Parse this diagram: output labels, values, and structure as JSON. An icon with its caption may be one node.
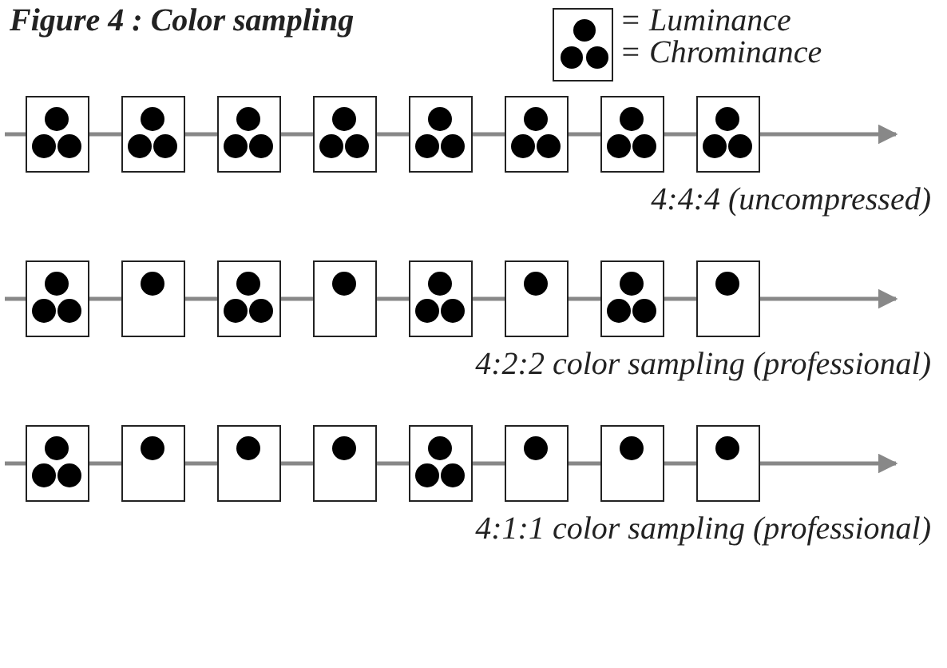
{
  "diagram": {
    "title": "Figure 4 : Color sampling",
    "nodes": [
      {
        "text": [],
        "shape": "box"
      },
      {
        "text": [],
        "shape": "circle",
        "in": 0
      },
      {
        "text": [],
        "shape": "circle",
        "in": 0
      },
      {
        "text": [],
        "shape": "circle",
        "in": 0
      },
      {
        "text": [],
        "shape": "box"
      },
      {
        "text": [],
        "shape": "circle",
        "in": 4
      },
      {
        "text": [],
        "shape": "circle",
        "in": 4
      },
      {
        "text": [],
        "shape": "circle",
        "in": 4
      },
      {
        "text": [],
        "shape": "box"
      },
      {
        "text": [],
        "shape": "circle",
        "in": 8
      },
      {
        "text": [],
        "shape": "circle",
        "in": 8
      },
      {
        "text": [],
        "shape": "circle",
        "in": 8
      },
      {
        "text": [],
        "shape": "box"
      },
      {
        "text": [],
        "shape": "circle",
        "in": 12
      },
      {
        "text": [],
        "shape": "circle",
        "in": 12
      },
      {
        "text": [],
        "shape": "circle",
        "in": 12
      },
      {
        "text": [],
        "shape": "box"
      },
      {
        "text": [],
        "shape": "circle",
        "in": 16
      },
      {
        "text": [],
        "shape": "circle",
        "in": 16
      },
      {
        "text": [],
        "shape": "circle",
        "in": 16
      },
      {
        "text": [],
        "shape": "box"
      },
      {
        "text": [],
        "shape": "circle",
        "in": 20
      },
      {
        "text": [],
        "shape": "circle",
        "in": 20
      },
      {
        "text": [],
        "shape": "circle",
        "in": 20
      },
      {
        "text": [],
        "shape": "box"
      },
      {
        "text": [],
        "shape": "circle",
        "in": 24
      },
      {
        "text": [],
        "shape": "circle",
        "in": 24
      },
      {
        "text": [],
        "shape": "circle",
        "in": 24
      },
      {
        "text": [],
        "shape": "box"
      },
      {
        "text": [],
        "shape": "circle",
        "in": 28
      },
      {
        "text": [],
        "shape": "circle",
        "in": 28
      },
      {
        "text": [],
        "shape": "circle",
        "in": 28
      },
      {
        "text": [],
        "shape": "box"
      },
      {
        "text": [],
        "shape": "circle",
        "in": 32
      },
      {
        "text": [],
        "shape": "circle",
        "in": 32
      },
      {
        "text": [],
        "shape": "circle",
        "in": 32
      },
      {
        "text": [],
        "shape": "box"
      },
      {
        "text": [],
        "shape": "circle",
        "in": 36
      },
      {
        "text": [],
        "shape": "box"
      },
      {
        "text": [],
        "shape": "circle",
        "in": 38
      },
      {
        "text": [],
        "shape": "circle",
        "in": 38
      },
      {
        "text": [],
        "shape": "circle",
        "in": 38
      },
      {
        "text": [],
        "shape": "box"
      },
      {
        "text": [],
        "shape": "circle",
        "in": 42
      },
      {
        "text": [],
        "shape": "box"
      },
      {
        "text": [],
        "shape": "circle",
        "in": 44
      },
      {
        "text": [],
        "shape": "circle",
        "in": 44
      },
      {
        "text": [],
        "shape": "circle",
        "in": 44
      },
      {
        "text": [],
        "shape": "box"
      },
      {
        "text": [],
        "shape": "circle",
        "in": 48
      },
      {
        "text": [],
        "shape": "box"
      },
      {
        "text": [],
        "shape": "circle",
        "in": 50
      },
      {
        "text": [],
        "shape": "circle",
        "in": 50
      },
      {
        "text": [],
        "shape": "circle",
        "in": 50
      },
      {
        "text": [],
        "shape": "box"
      },
      {
        "text": [],
        "shape": "circle",
        "in": 54
      },
      {
        "text": [],
        "shape": "box"
      },
      {
        "text": [],
        "shape": "circle",
        "in": 56
      },
      {
        "text": [],
        "shape": "circle",
        "in": 56
      },
      {
        "text": [],
        "shape": "circle",
        "in": 56
      },
      {
        "text": [],
        "shape": "box"
      },
      {
        "text": [],
        "shape": "circle",
        "in": 60
      },
      {
        "text": [],
        "shape": "box"
      },
      {
        "text": [],
        "shape": "circle",
        "in": 62
      },
      {
        "text": [],
        "shape": "box"
      },
      {
        "text": [],
        "shape": "circle",
        "in": 64
      },
      {
        "text": [],
        "shape": "box"
      },
      {
        "text": [],
        "shape": "circle",
        "in": 66
      },
      {
        "text": [],
        "shape": "circle",
        "in": 66
      },
      {
        "text": [],
        "shape": "circle",
        "in": 66
      },
      {
        "text": [],
        "shape": "box"
      },
      {
        "text": [],
        "shape": "circle",
        "in": 70
      },
      {
        "text": [],
        "shape": "box"
      },
      {
        "text": [],
        "shape": "circle",
        "in": 72
      },
      {
        "text": [],
        "shape": "box"
      },
      {
        "text": [],
        "shape": "circle",
        "in": 74
      }
    ],
    "edges": [
      {
        "from": null,
        "to": 0,
        "arrow": "none"
      },
      {
        "from": 0,
        "to": 4,
        "arrow": "none"
      },
      {
        "from": 4,
        "to": 8,
        "arrow": "none"
      },
      {
        "from": 8,
        "to": 12,
        "arrow": "none"
      },
      {
        "from": 12,
        "to": 16,
        "arrow": "none"
      },
      {
        "from": 16,
        "to": 20,
        "arrow": "none"
      },
      {
        "from": 20,
        "to": 24,
        "arrow": "none"
      },
      {
        "from": 24,
        "to": 28,
        "arrow": "none"
      },
      {
        "from": 28,
        "to": null,
        "arrow": "to"
      },
      {
        "from": null,
        "to": 32,
        "arrow": "none"
      },
      {
        "from": 32,
        "to": 36,
        "arrow": "none"
      },
      {
        "from": 36,
        "to": 38,
        "arrow": "none"
      },
      {
        "from": 38,
        "to": 42,
        "arrow": "none"
      },
      {
        "from": 42,
        "to": 44,
        "arrow": "none"
      },
      {
        "from": 44,
        "to": 48,
        "arrow": "none"
      },
      {
        "from": 48,
        "to": 50,
        "arrow": "none"
      },
      {
        "from": 50,
        "to": 54,
        "arrow": "none"
      },
      {
        "from": 54,
        "to": null,
        "arrow": "to"
      },
      {
        "from": null,
        "to": 56,
        "arrow": "none"
      },
      {
        "from": 56,
        "to": 60,
        "arrow": "none"
      },
      {
        "from": 60,
        "to": 62,
        "arrow": "none"
      },
      {
        "from": 62,
        "to": 64,
        "arrow": "none"
      },
      {
        "from": 64,
        "to": 66,
        "arrow": "none"
      },
      {
        "from": 66,
        "to": 70,
        "arrow": "none"
      },
      {
        "from": 70,
        "to": 72,
        "arrow": "none"
      },
      {
        "from": 72,
        "to": 74,
        "arrow": "none"
      },
      {
        "from": 74,
        "to": null,
        "arrow": "to"
      }
    ],
    "labels": [
      "4:4:4 (uncompressed)",
      "4:2:2 color sampling (professional)",
      "4:1:1 color sampling (professional)"
    ],
    "legend": [
      {
        "text": "= Luminance"
      },
      {
        "text": "= Chrominance"
      }
    ]
  }
}
